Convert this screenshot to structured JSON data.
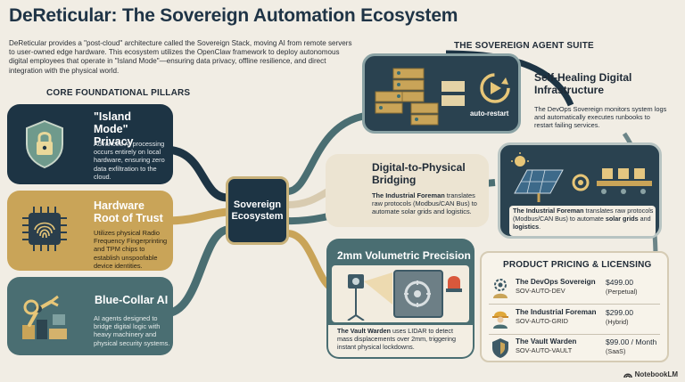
{
  "title": "DeReticular: The Sovereign Automation Ecosystem",
  "intro": "DeReticular provides a \"post-cloud\" architecture called the Sovereign Stack, moving AI from remote servers to user-owned edge hardware. This ecosystem utilizes the OpenClaw framework to deploy autonomous digital employees that operate in \"Island Mode\"—ensuring data privacy, offline resilience, and direct integration with the physical world.",
  "pillars": {
    "heading": "CORE FOUNDATIONAL PILLARS",
    "items": [
      {
        "title": "\"Island Mode\" Privacy",
        "desc": "Advanced AI processing occurs entirely on local hardware, ensuring zero data exfiltration to the cloud."
      },
      {
        "title": "Hardware Root of Trust",
        "desc": "Utilizes physical Radio Frequency Fingerprinting and TPM chips to establish unspoofable device identities."
      },
      {
        "title": "Blue-Collar AI",
        "desc": "AI agents designed to bridge digital logic with heavy machinery and physical security systems."
      }
    ]
  },
  "hub": {
    "label": "Sovereign Ecosystem"
  },
  "agents": {
    "heading": "THE SOVEREIGN AGENT SUITE",
    "self_healing": {
      "title": "Self-Healing Digital Infrastructure",
      "desc": "The DevOps Sovereign monitors system logs and automatically executes runbooks to restart failing services.",
      "badge": "auto-restart"
    },
    "bridging": {
      "title": "Digital-to-Physical Bridging",
      "desc_bold": "The Industrial Foreman",
      "desc_rest": " translates raw protocols (Modbus/CAN Bus) to automate solar grids and logistics."
    },
    "bridging_panel": {
      "desc_bold": "The Industrial Foreman",
      "desc_mid": " translates raw protocols (Modbus/CAN Bus) to automate ",
      "desc_bold2": "solar grids",
      "desc_and": " and ",
      "desc_bold3": "logistics",
      "desc_end": "."
    },
    "precision": {
      "title": "2mm Volumetric Precision",
      "desc_bold": "The Vault Warden",
      "desc_rest": " uses LIDAR to detect mass displacements over 2mm, triggering instant physical lockdowns."
    }
  },
  "pricing": {
    "heading": "PRODUCT PRICING & LICENSING",
    "rows": [
      {
        "name": "The DevOps Sovereign",
        "sku": "SOV-AUTO-DEV",
        "price": "$499.00",
        "term": "(Perpetual)",
        "icon": "gear-person-icon"
      },
      {
        "name": "The Industrial Foreman",
        "sku": "SOV-AUTO-GRID",
        "price": "$299.00",
        "term": "(Hybrid)",
        "icon": "hardhat-worker-icon"
      },
      {
        "name": "The Vault Warden",
        "sku": "SOV-AUTO-VAULT",
        "price": "$99.00 / Month",
        "term": "(SaaS)",
        "icon": "shield-icon"
      }
    ]
  },
  "brand": "NotebookLM",
  "colors": {
    "background": "#f1ede4",
    "navy": "#1d3444",
    "teal": "#4a6e72",
    "gold": "#c9a458",
    "sand": "#ece4d2"
  }
}
